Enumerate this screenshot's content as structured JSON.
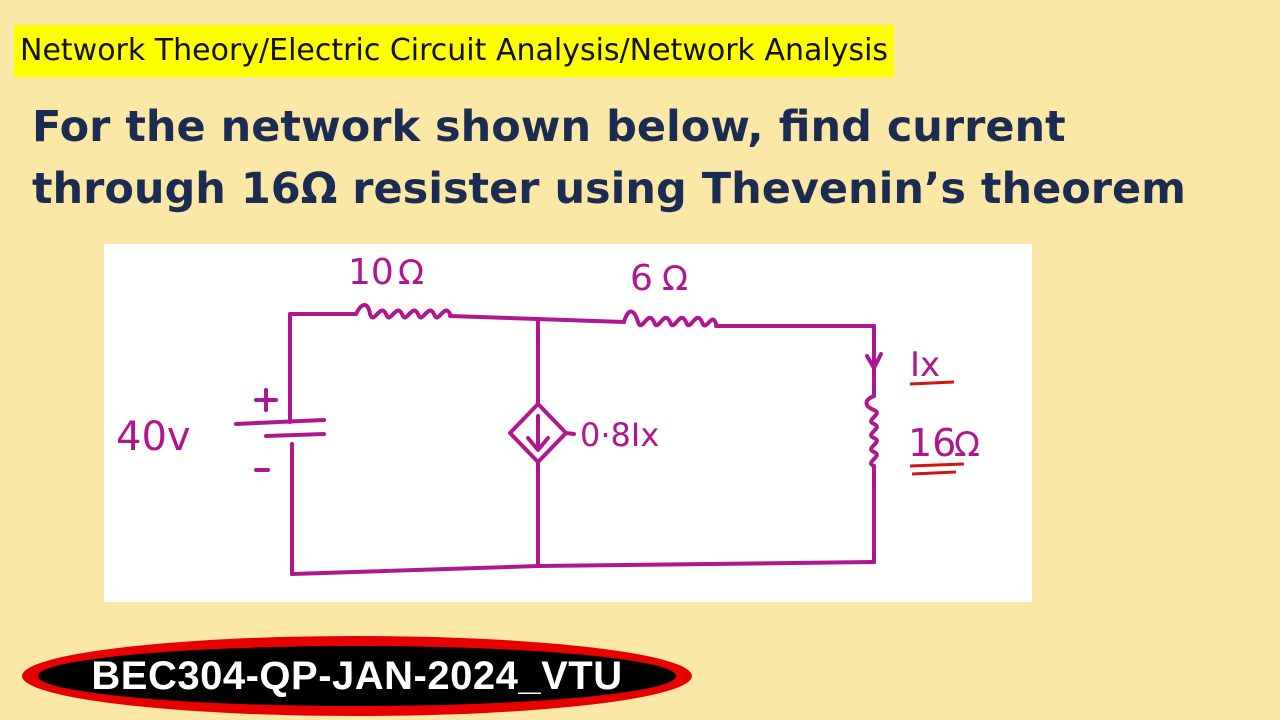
{
  "topic": "Network Theory/Electric Circuit Analysis/Network Analysis",
  "question": {
    "line1": "For the network shown below, find current",
    "line2": "through 16Ω  resister using Thevenin’s theorem"
  },
  "circuit": {
    "source_label": "40v",
    "plus": "+",
    "minus": "-",
    "r1": {
      "value": "10",
      "unit": "Ω"
    },
    "r2": {
      "value": "6",
      "unit": "Ω"
    },
    "r3": {
      "value": "16",
      "unit": "Ω"
    },
    "dependent_source": "0·8Ix",
    "current_label": "Ix"
  },
  "colors": {
    "wire": "#b0178f",
    "annotation_red": "#d21414",
    "background": "#fce8a6",
    "highlight": "#ffff00",
    "question_text": "#1c2b52",
    "badge_border": "#e60000"
  },
  "code": "BEC304-QP-JAN-2024_VTU"
}
